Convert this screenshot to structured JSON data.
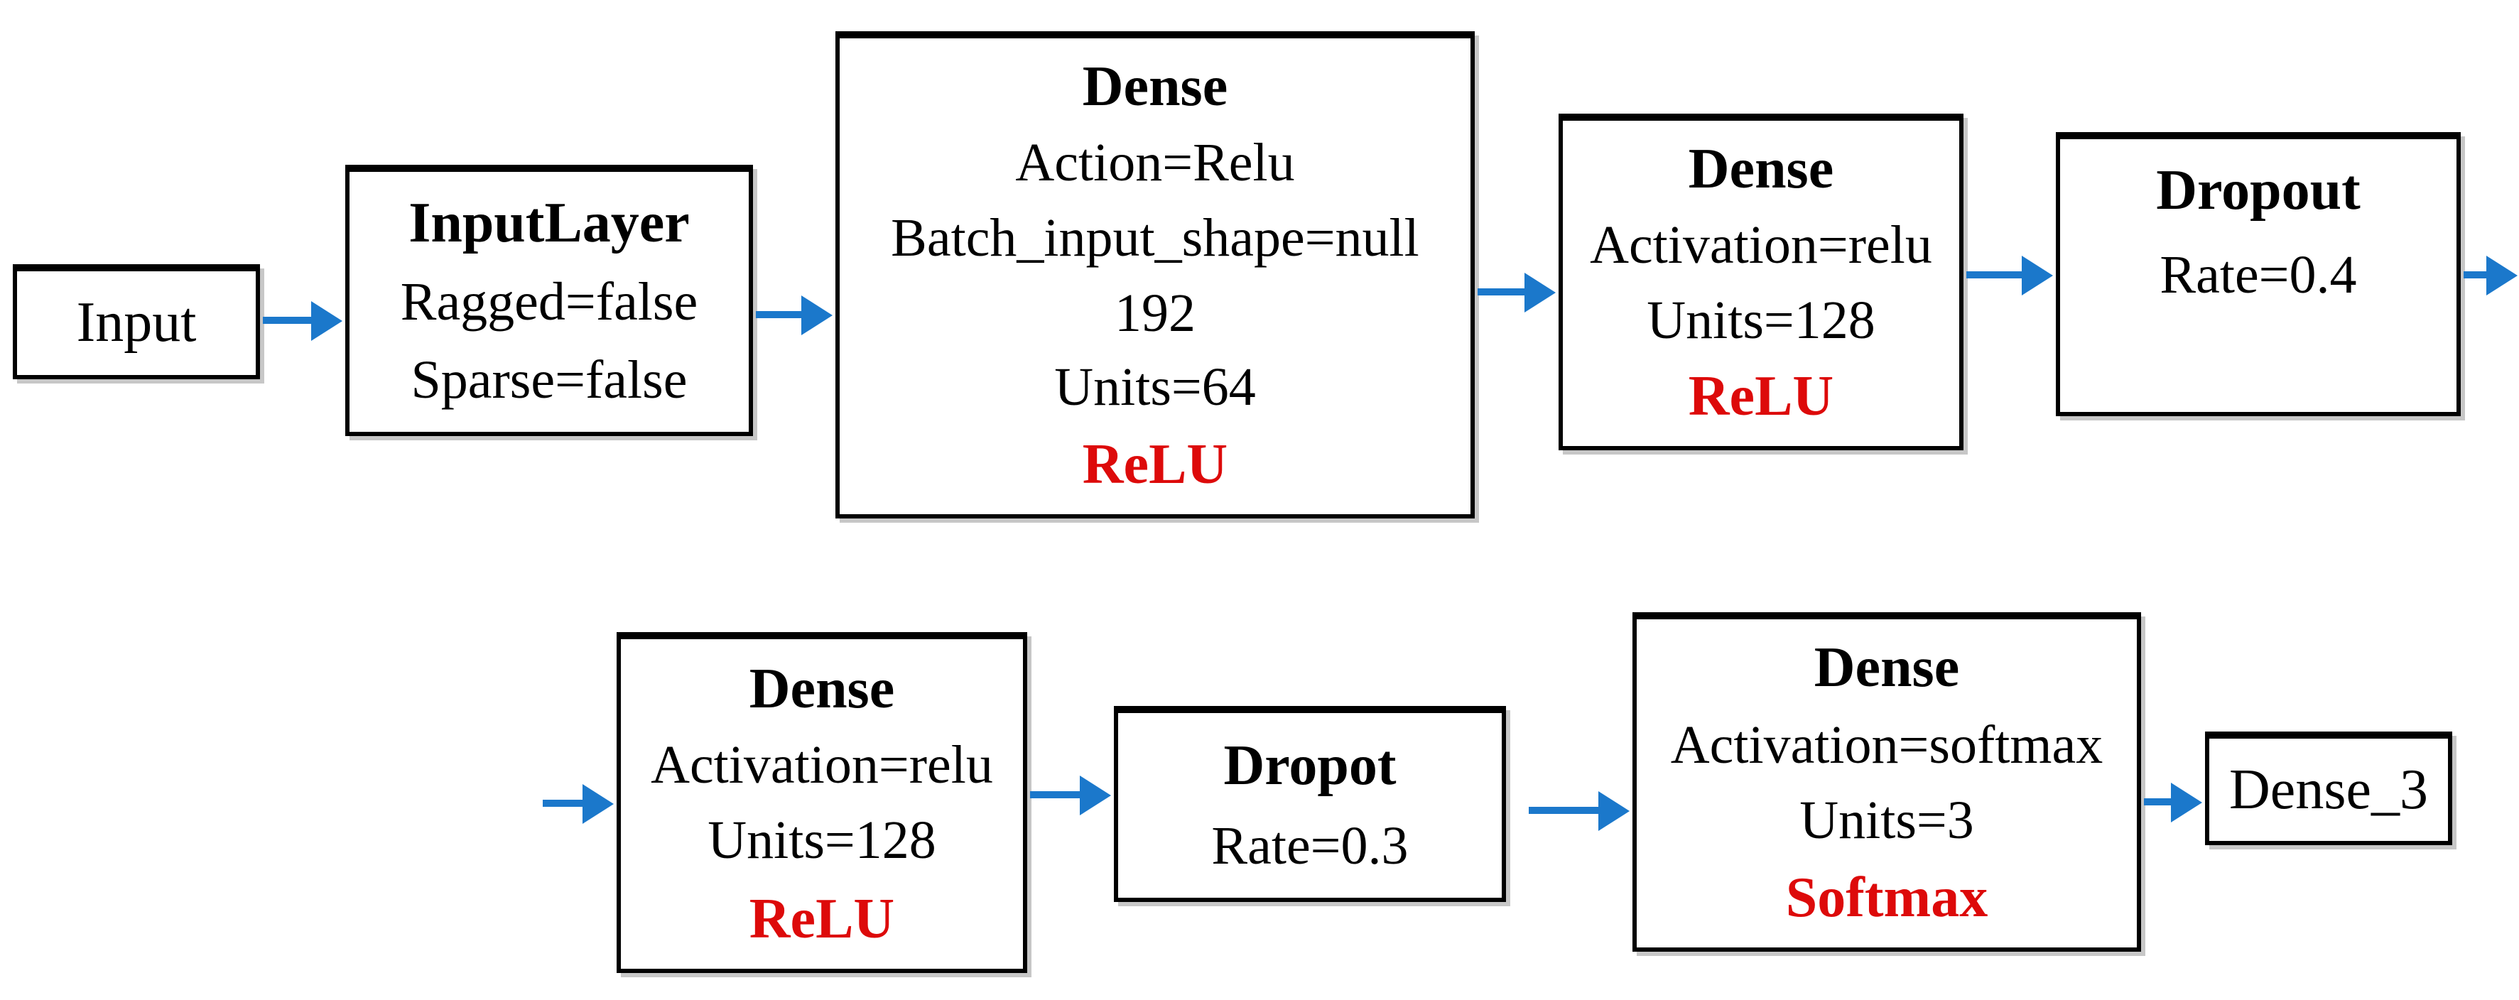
{
  "colors": {
    "arrow": "#1b78cb",
    "accent_text": "#dd0a0a",
    "box_border": "#000000",
    "text": "#000000",
    "background": "#ffffff"
  },
  "nodes": {
    "input": {
      "title": "Input"
    },
    "input_layer": {
      "title": "InputLayer",
      "lines": [
        "Ragged=false",
        "Sparse=false"
      ]
    },
    "dense_1": {
      "title": "Dense",
      "lines": [
        "Action=Relu",
        "Batch_input_shape=null",
        "192",
        "Units=64"
      ],
      "activation": "ReLU"
    },
    "dense_2": {
      "title": "Dense",
      "lines": [
        "Activation=relu",
        "Units=128"
      ],
      "activation": "ReLU"
    },
    "dropout_1": {
      "title": "Dropout",
      "lines": [
        "Rate=0.4"
      ]
    },
    "dense_3": {
      "title": "Dense",
      "lines": [
        "Activation=relu",
        "Units=128"
      ],
      "activation": "ReLU"
    },
    "dropout_2": {
      "title": "Dropot",
      "lines": [
        "Rate=0.3"
      ]
    },
    "dense_4": {
      "title": "Dense",
      "lines": [
        "Activation=softmax",
        "Units=3"
      ],
      "activation": "Softmax"
    },
    "output": {
      "title": "Dense_3"
    }
  }
}
